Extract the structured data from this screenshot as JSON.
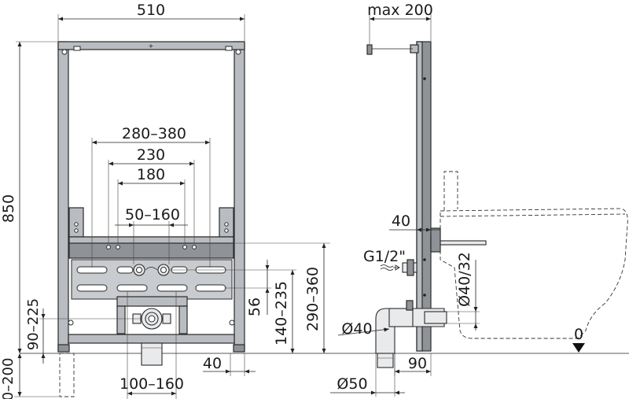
{
  "front_view": {
    "frame_width": "510",
    "total_height": "850",
    "connection_spacing_range": "280–380",
    "connection_spacing_230": "230",
    "connection_spacing_180": "180",
    "water_outlet_spacing": "50–160",
    "height_90_225": "90–225",
    "height_0_200": "0–200",
    "foot_offset": "40",
    "drain_spacing": "100–160",
    "height_290_360": "290–360",
    "height_140_235": "140–235",
    "height_56": "56"
  },
  "side_view": {
    "max_depth": "max 200",
    "depth_40": "40",
    "thread_size": "G1/2\"",
    "pipe_diameter_40_32": "Ø40/32",
    "pipe_diameter_40": "Ø40",
    "pipe_diameter_50": "Ø50",
    "depth_90": "90",
    "floor_level": "0"
  }
}
